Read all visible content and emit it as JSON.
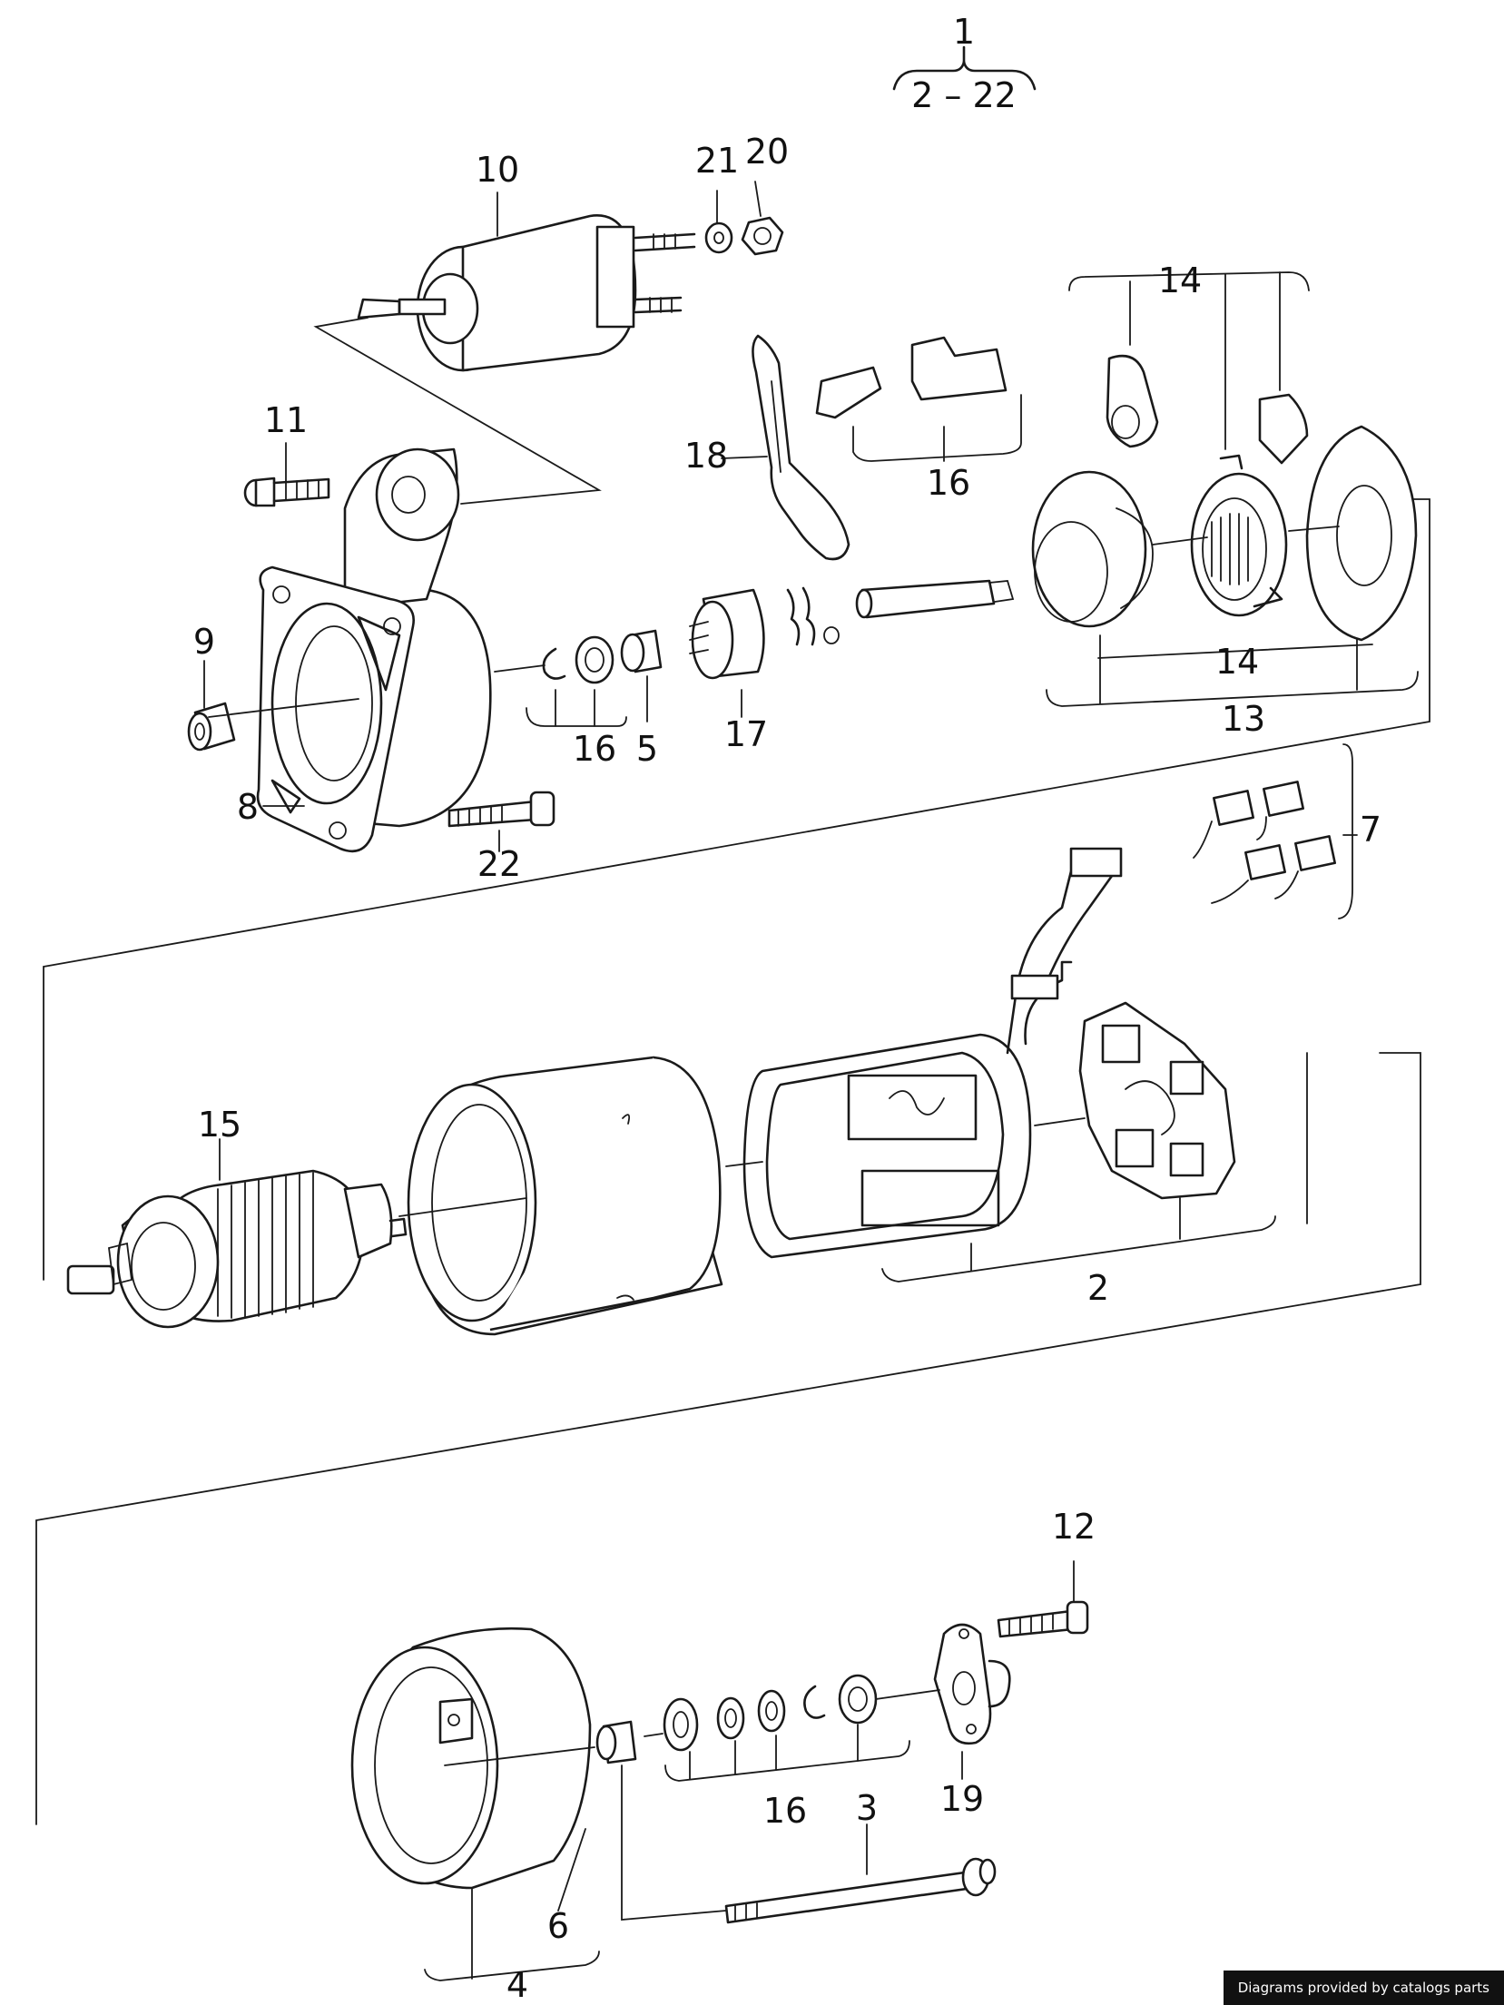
{
  "callouts": {
    "c1": "1",
    "c1_range": "2 – 22",
    "c2": "2",
    "c3": "3",
    "c4": "4",
    "c5": "5",
    "c6": "6",
    "c7": "7",
    "c8": "8",
    "c9": "9",
    "c10": "10",
    "c11": "11",
    "c12": "12",
    "c13": "13",
    "c14_top": "14",
    "c14_mid": "14",
    "c15": "15",
    "c16_ring": "16",
    "c16_clip": "16",
    "c16_bottom": "16",
    "c17": "17",
    "c18": "18",
    "c19": "19",
    "c20": "20",
    "c21": "21",
    "c22": "22"
  },
  "footer": {
    "credit": "Diagrams provided by catalogs parts"
  }
}
